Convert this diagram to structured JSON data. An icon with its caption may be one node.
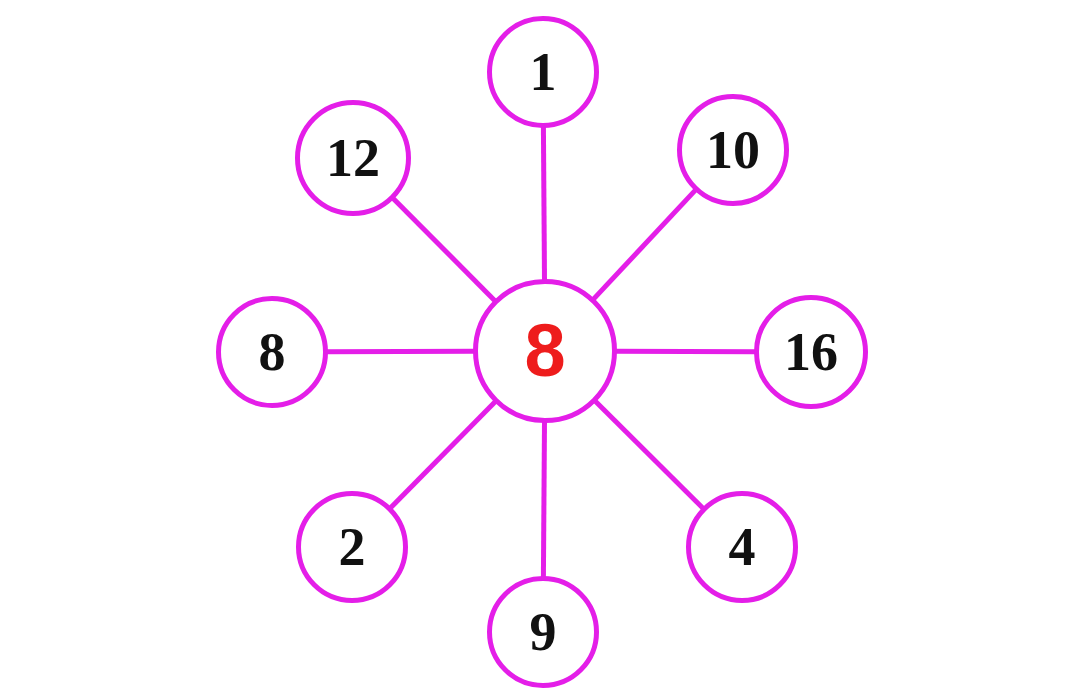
{
  "diagram": {
    "nodes": [
      {
        "text": [
          "1"
        ]
      },
      {
        "text": [
          "12"
        ]
      },
      {
        "text": [
          "10"
        ]
      },
      {
        "text": [
          "8"
        ]
      },
      {
        "text": [
          "8"
        ]
      },
      {
        "text": [
          "16"
        ]
      },
      {
        "text": [
          "2"
        ]
      },
      {
        "text": [
          "4"
        ]
      },
      {
        "text": [
          "9"
        ]
      }
    ],
    "edges": [
      {
        "from": 4,
        "to": 0,
        "arrow": "none"
      },
      {
        "from": 4,
        "to": 1,
        "arrow": "none"
      },
      {
        "from": 4,
        "to": 2,
        "arrow": "none"
      },
      {
        "from": 4,
        "to": 3,
        "arrow": "none"
      },
      {
        "from": 4,
        "to": 5,
        "arrow": "none"
      },
      {
        "from": 4,
        "to": 6,
        "arrow": "none"
      },
      {
        "from": 4,
        "to": 7,
        "arrow": "none"
      },
      {
        "from": 4,
        "to": 8,
        "arrow": "none"
      }
    ]
  }
}
